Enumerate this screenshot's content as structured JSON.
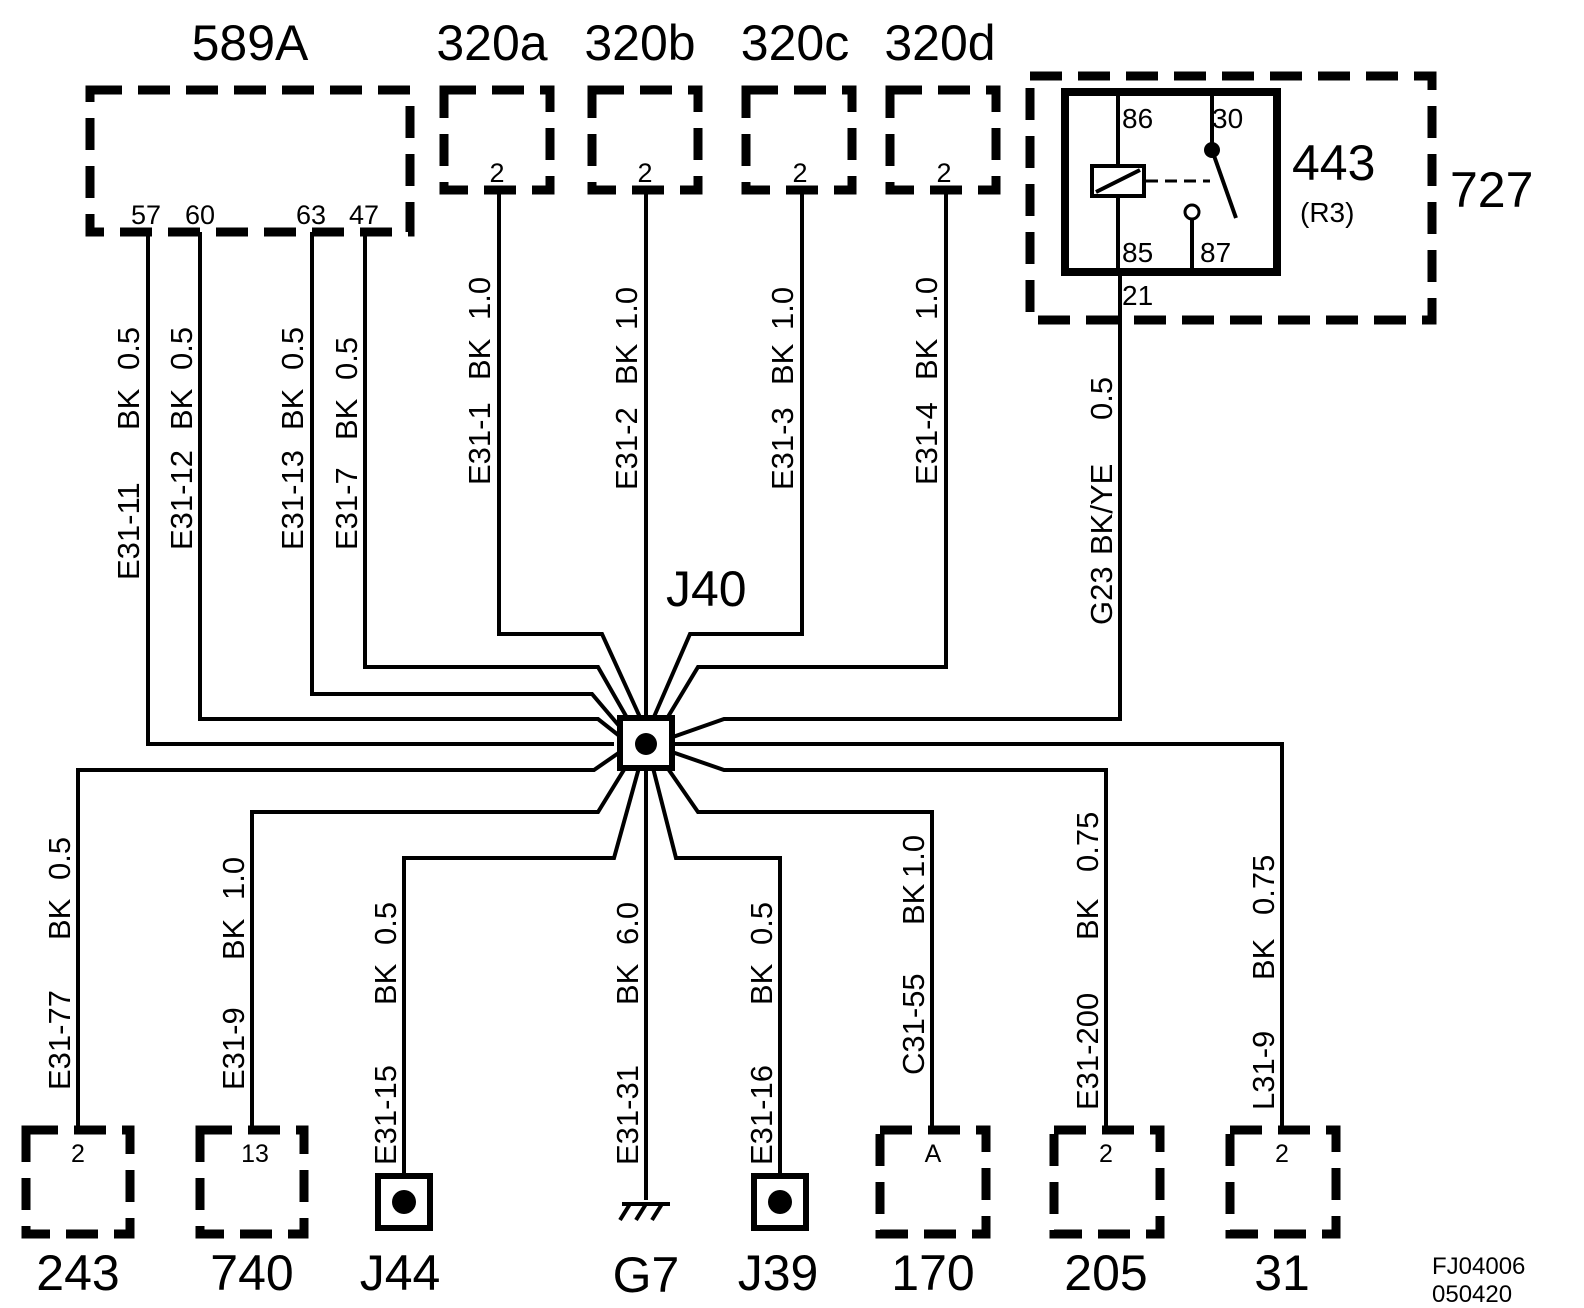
{
  "top_components": [
    {
      "id": "589A",
      "pins": [
        "57",
        "60",
        "63",
        "47"
      ]
    },
    {
      "id": "320a",
      "pin": "2"
    },
    {
      "id": "320b",
      "pin": "2"
    },
    {
      "id": "320c",
      "pin": "2"
    },
    {
      "id": "320d",
      "pin": "2"
    }
  ],
  "relay": {
    "module_id": "727",
    "relay_id": "443",
    "relay_sub": "(R3)",
    "pins": {
      "p86": "86",
      "p30": "30",
      "p85": "85",
      "p87": "87",
      "p21": "21"
    }
  },
  "splice": {
    "id": "J40"
  },
  "top_wires": [
    {
      "circuit": "E31-11",
      "color": "BK",
      "size": "0.5"
    },
    {
      "circuit": "E31-12",
      "color": "BK",
      "size": "0.5"
    },
    {
      "circuit": "E31-13",
      "color": "BK",
      "size": "0.5"
    },
    {
      "circuit": "E31-7",
      "color": "BK",
      "size": "0.5"
    },
    {
      "circuit": "E31-1",
      "color": "BK",
      "size": "1.0"
    },
    {
      "circuit": "E31-2",
      "color": "BK",
      "size": "1.0"
    },
    {
      "circuit": "E31-3",
      "color": "BK",
      "size": "1.0"
    },
    {
      "circuit": "E31-4",
      "color": "BK",
      "size": "1.0"
    },
    {
      "circuit": "G23",
      "color": "BK/YE",
      "size": "0.5"
    }
  ],
  "bottom_wires": [
    {
      "circuit": "E31-77",
      "color": "BK",
      "size": "0.5"
    },
    {
      "circuit": "E31-9",
      "color": "BK",
      "size": "1.0"
    },
    {
      "circuit": "E31-15",
      "color": "BK",
      "size": "0.5"
    },
    {
      "circuit": "E31-31",
      "color": "BK",
      "size": "6.0"
    },
    {
      "circuit": "E31-16",
      "color": "BK",
      "size": "0.5"
    },
    {
      "circuit": "C31-55",
      "color": "BK",
      "size": "1.0"
    },
    {
      "circuit": "E31-200",
      "color": "BK",
      "size": "0.75"
    },
    {
      "circuit": "L31-9",
      "color": "BK",
      "size": "0.75"
    }
  ],
  "bottom_components": [
    {
      "id": "243",
      "pin": "2"
    },
    {
      "id": "740",
      "pin": "13"
    },
    {
      "id": "J44"
    },
    {
      "id": "G7"
    },
    {
      "id": "J39"
    },
    {
      "id": "170",
      "pin": "A"
    },
    {
      "id": "205",
      "pin": "2"
    },
    {
      "id": "31",
      "pin": "2"
    }
  ],
  "figure_code": {
    "line1": "FJ04006",
    "line2": "050420"
  }
}
